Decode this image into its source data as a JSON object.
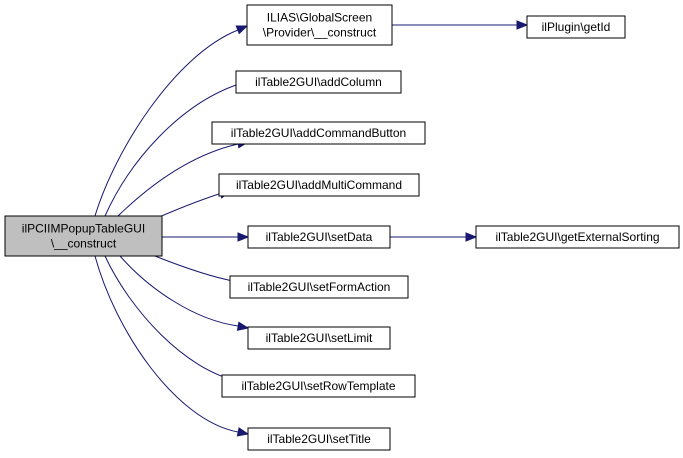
{
  "diagram": {
    "edge_color": "#191970",
    "root_fill": "#bfbfbf",
    "node_fill": "#ffffff",
    "nodes": [
      {
        "id": "root",
        "lines": [
          "ilPCIIMPopupTableGUI",
          "\\__construct"
        ]
      },
      {
        "id": "provider",
        "lines": [
          "ILIAS\\GlobalScreen",
          "\\Provider\\__construct"
        ]
      },
      {
        "id": "getid",
        "lines": [
          "ilPlugin\\getId"
        ]
      },
      {
        "id": "addcolumn",
        "lines": [
          "ilTable2GUI\\addColumn"
        ]
      },
      {
        "id": "addcommandbutton",
        "lines": [
          "ilTable2GUI\\addCommandButton"
        ]
      },
      {
        "id": "addmulticommand",
        "lines": [
          "ilTable2GUI\\addMultiCommand"
        ]
      },
      {
        "id": "setdata",
        "lines": [
          "ilTable2GUI\\setData"
        ]
      },
      {
        "id": "getexternalsorting",
        "lines": [
          "ilTable2GUI\\getExternalSorting"
        ]
      },
      {
        "id": "setformaction",
        "lines": [
          "ilTable2GUI\\setFormAction"
        ]
      },
      {
        "id": "setlimit",
        "lines": [
          "ilTable2GUI\\setLimit"
        ]
      },
      {
        "id": "setrowtemplate",
        "lines": [
          "ilTable2GUI\\setRowTemplate"
        ]
      },
      {
        "id": "settitle",
        "lines": [
          "ilTable2GUI\\setTitle"
        ]
      }
    ],
    "edges": [
      {
        "from": "root",
        "to": "provider"
      },
      {
        "from": "root",
        "to": "addcolumn"
      },
      {
        "from": "root",
        "to": "addcommandbutton"
      },
      {
        "from": "root",
        "to": "addmulticommand"
      },
      {
        "from": "root",
        "to": "setdata"
      },
      {
        "from": "root",
        "to": "setformaction"
      },
      {
        "from": "root",
        "to": "setlimit"
      },
      {
        "from": "root",
        "to": "setrowtemplate"
      },
      {
        "from": "root",
        "to": "settitle"
      },
      {
        "from": "provider",
        "to": "getid"
      },
      {
        "from": "setdata",
        "to": "getexternalsorting"
      }
    ]
  }
}
